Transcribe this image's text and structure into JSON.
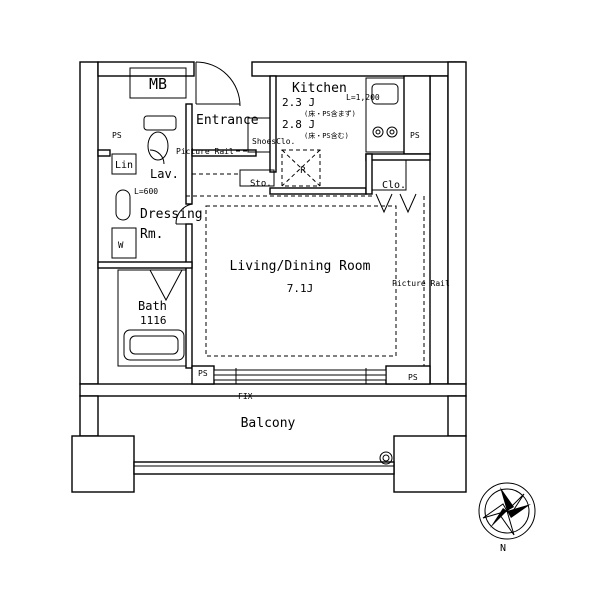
{
  "rooms": {
    "mb": "MB",
    "kitchen": "Kitchen",
    "kitchen_area_1": "2.3 J",
    "kitchen_area_2": "2.8 J",
    "kitchen_note_1": "(床・PS含まず)",
    "kitchen_note_2": "(床・PS含む)",
    "kitchen_counter": "L=1,200",
    "entrance": "Entrance",
    "shoes_clo": "ShoesClo.",
    "picture_rail_left": "Picture Rail",
    "picture_rail_right": "Picture Rail",
    "lin": "Lin",
    "lav": "Lav.",
    "lav_counter": "L=600",
    "dressing": "Dressing",
    "rm": "Rm.",
    "w": "W",
    "sto": "Sto.",
    "r": "R",
    "clo": "Clo.",
    "living": "Living/Dining Room",
    "living_area": "7.1J",
    "bath": "Bath",
    "bath_size": "1116",
    "ps_1": "PS",
    "ps_2": "PS",
    "ps_3": "PS",
    "ps_4": "PS",
    "fix": "FIX",
    "balcony": "Balcony",
    "north": "N"
  }
}
